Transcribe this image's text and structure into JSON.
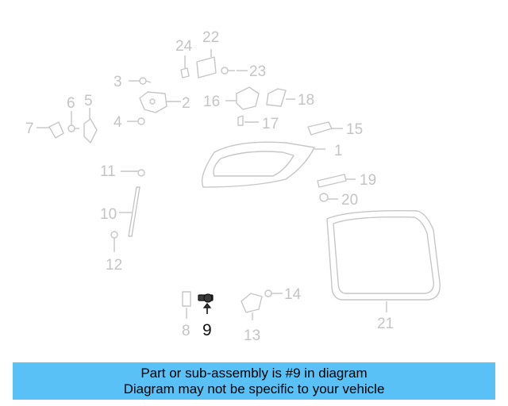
{
  "callouts": [
    {
      "id": "1",
      "label": "1"
    },
    {
      "id": "2",
      "label": "2"
    },
    {
      "id": "3",
      "label": "3"
    },
    {
      "id": "4",
      "label": "4"
    },
    {
      "id": "5",
      "label": "5"
    },
    {
      "id": "6",
      "label": "6"
    },
    {
      "id": "7",
      "label": "7"
    },
    {
      "id": "8",
      "label": "8"
    },
    {
      "id": "9",
      "label": "9"
    },
    {
      "id": "10",
      "label": "10"
    },
    {
      "id": "11",
      "label": "11"
    },
    {
      "id": "12",
      "label": "12"
    },
    {
      "id": "13",
      "label": "13"
    },
    {
      "id": "14",
      "label": "14"
    },
    {
      "id": "15",
      "label": "15"
    },
    {
      "id": "16",
      "label": "16"
    },
    {
      "id": "17",
      "label": "17"
    },
    {
      "id": "18",
      "label": "18"
    },
    {
      "id": "19",
      "label": "19"
    },
    {
      "id": "20",
      "label": "20"
    },
    {
      "id": "21",
      "label": "21"
    },
    {
      "id": "22",
      "label": "22"
    },
    {
      "id": "23",
      "label": "23"
    },
    {
      "id": "24",
      "label": "24"
    }
  ],
  "highlighted_part": "9",
  "banner": {
    "line1": "Part or sub-assembly is #9 in diagram",
    "line2": "Diagram may not be specific to your vehicle",
    "background": "#59c1f5"
  },
  "colors": {
    "part_stroke": "#c6c6c6",
    "highlight": "#111111"
  }
}
